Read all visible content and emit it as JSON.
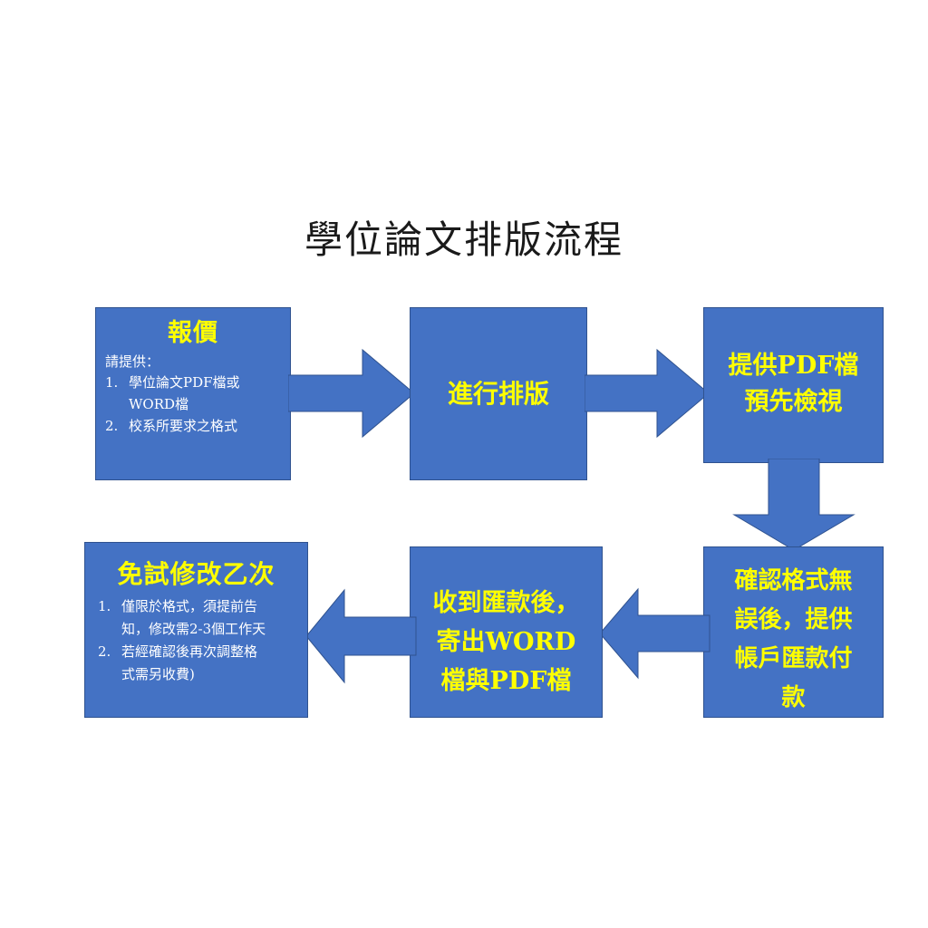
{
  "title": "學位論文排版流程",
  "theme": {
    "box_fill": "#4472C4",
    "box_border": "#2F528F",
    "heading_color": "#FFFF00",
    "body_color": "#FFFFFF",
    "arrow_fill": "#4472C4",
    "arrow_stroke": "#2F528F",
    "background": "#FFFFFF",
    "title_color": "#1A1A1A"
  },
  "nodes": {
    "quote": {
      "heading": "報價",
      "subtitle": "請提供：",
      "items": [
        {
          "num": "1.",
          "lines": [
            "學位論文PDF檔或",
            "WORD檔"
          ]
        },
        {
          "num": "2.",
          "lines": [
            "校系所要求之格式"
          ]
        }
      ]
    },
    "typeset": {
      "lines": [
        "進行排版"
      ]
    },
    "preview": {
      "lines": [
        "提供PDF檔",
        "預先檢視"
      ]
    },
    "confirm_pay": {
      "lines": [
        "確認格式無",
        "誤後，提供",
        "帳戶匯款付",
        "款"
      ]
    },
    "send_files": {
      "lines": [
        "收到匯款後，",
        "寄出WORD",
        "檔與PDF檔"
      ]
    },
    "free_revise": {
      "heading": "免試修改乙次",
      "items": [
        {
          "num": "1.",
          "lines": [
            "僅限於格式，須提前告",
            "知，修改需2-3個工作天"
          ]
        },
        {
          "num": "2.",
          "lines": [
            "若經確認後再次調整格",
            "式需另收費)"
          ]
        }
      ]
    }
  },
  "arrows": [
    {
      "name": "quote-to-typeset",
      "direction": "right"
    },
    {
      "name": "typeset-to-preview",
      "direction": "right"
    },
    {
      "name": "preview-to-confirm",
      "direction": "down"
    },
    {
      "name": "confirm-to-send",
      "direction": "left"
    },
    {
      "name": "send-to-revise",
      "direction": "left"
    }
  ]
}
